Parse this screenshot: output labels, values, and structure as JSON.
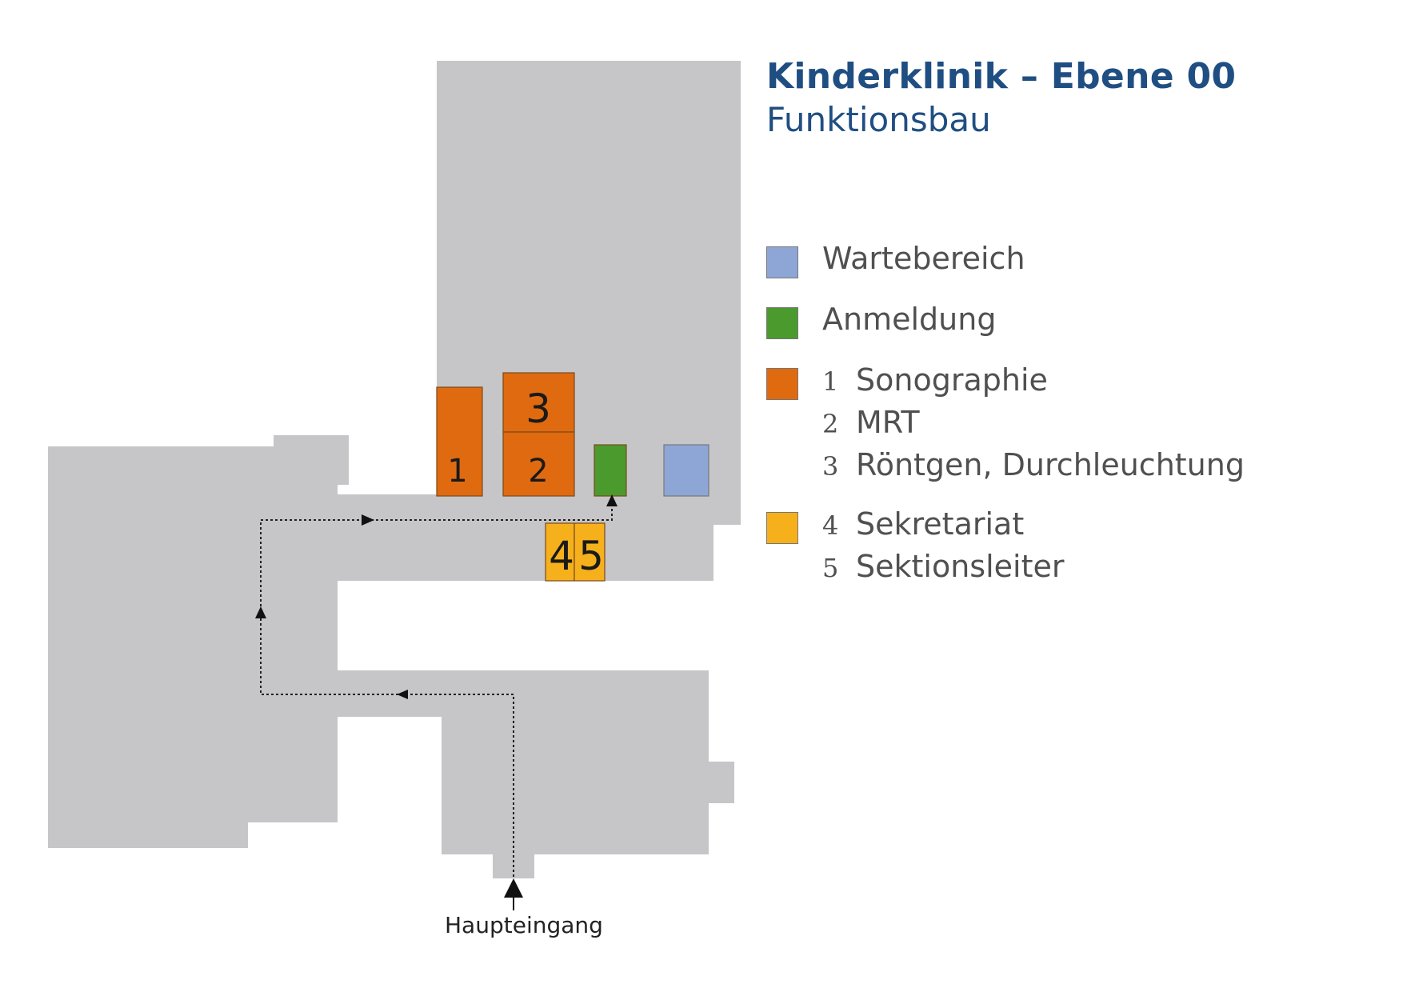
{
  "title": "Kinderklinik – Ebene 00",
  "subtitle": "Funktionsbau",
  "entrance_label": "Haupteingang",
  "legend": {
    "waiting": {
      "label": "Wartebereich",
      "color": "#8ea6d6"
    },
    "registration": {
      "label": "Anmeldung",
      "color": "#4a9a2e"
    },
    "diagnostics": {
      "color": "#e06a10",
      "items": [
        {
          "num": "1",
          "label": "Sonographie"
        },
        {
          "num": "2",
          "label": "MRT"
        },
        {
          "num": "3",
          "label": "Röntgen, Durchleuchtung"
        }
      ]
    },
    "offices": {
      "color": "#f5b01c",
      "items": [
        {
          "num": "4",
          "label": "Sekretariat"
        },
        {
          "num": "5",
          "label": "Sektionsleiter"
        }
      ]
    }
  },
  "rooms": {
    "room_1": "1",
    "room_2": "2",
    "room_3": "3",
    "room_4": "4",
    "room_5": "5"
  },
  "colors": {
    "building": "#c6c6c8",
    "title": "#1f4e82",
    "text": "#505050",
    "path": "#222222"
  }
}
